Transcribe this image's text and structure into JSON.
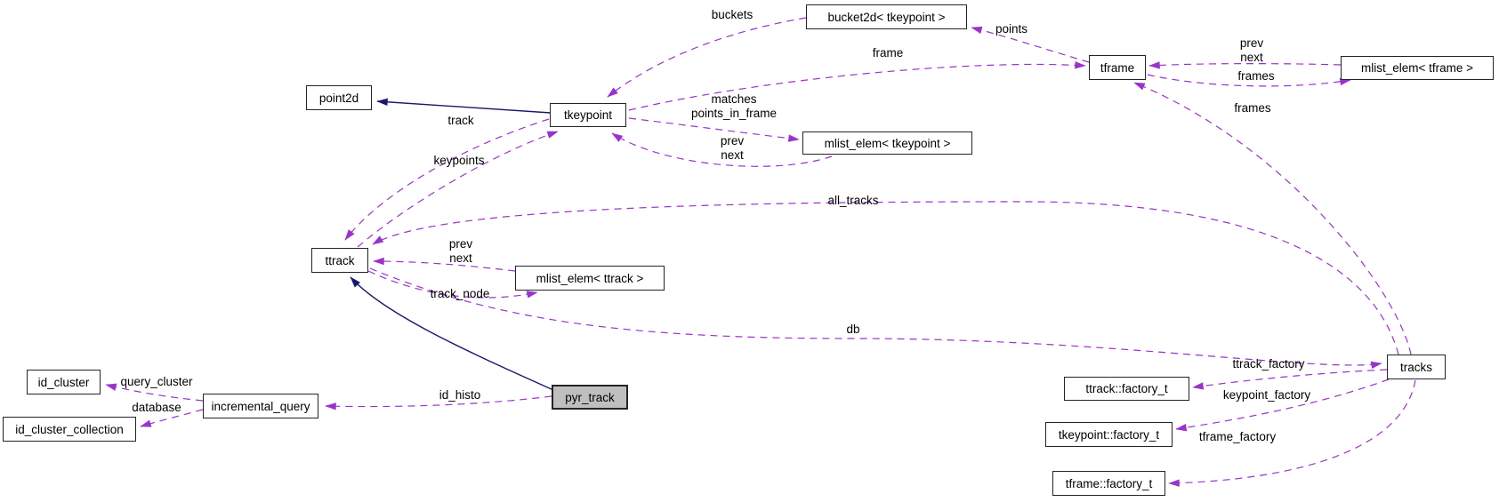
{
  "diagram": {
    "type": "class-collaboration-graph",
    "focus_class": "pyr_track"
  },
  "colors": {
    "usage_edge": "#9a32cd",
    "inheritance_edge": "#191970",
    "node_border": "#242424",
    "node_fill": "#ffffff",
    "focus_node_fill": "#bfbfbf",
    "background": "#ffffff"
  },
  "nodes": {
    "point2d": "point2d",
    "tkeypoint": "tkeypoint",
    "bucket2d_tkeypoint": "bucket2d< tkeypoint >",
    "tframe": "tframe",
    "mlist_elem_tframe": "mlist_elem< tframe >",
    "mlist_elem_tkeypoint": "mlist_elem< tkeypoint >",
    "ttrack": "ttrack",
    "mlist_elem_ttrack": "mlist_elem< ttrack >",
    "id_cluster": "id_cluster",
    "id_cluster_collection": "id_cluster_collection",
    "incremental_query": "incremental_query",
    "pyr_track": "pyr_track",
    "tracks": "tracks",
    "ttrack_factory_t": "ttrack::factory_t",
    "tkeypoint_factory_t": "tkeypoint::factory_t",
    "tframe_factory_t": "tframe::factory_t"
  },
  "edge_labels": {
    "buckets": "buckets",
    "points": "points",
    "frame": "frame",
    "prev_next_tframe": "prev\nnext",
    "frames_mlist": "frames",
    "frames_tracks": "frames",
    "matches_points_in_frame": "matches\npoints_in_frame",
    "prev_next_tkeypoint": "prev\nnext",
    "track": "track",
    "keypoints": "keypoints",
    "all_tracks": "all_tracks",
    "prev_next_ttrack": "prev\nnext",
    "track_node": "track_node",
    "db": "db",
    "query_cluster": "query_cluster",
    "database": "database",
    "id_histo": "id_histo",
    "ttrack_factory": "ttrack_factory",
    "keypoint_factory": "keypoint_factory",
    "tframe_factory": "tframe_factory"
  },
  "relations": [
    {
      "from": "bucket2d_tkeypoint",
      "to": "tkeypoint",
      "label": "buckets",
      "style": "dashed"
    },
    {
      "from": "tframe",
      "to": "bucket2d_tkeypoint",
      "label": "points",
      "style": "dashed"
    },
    {
      "from": "tkeypoint",
      "to": "tframe",
      "label": "frame",
      "style": "dashed"
    },
    {
      "from": "mlist_elem_tframe",
      "to": "tframe",
      "label": "prev next",
      "style": "dashed"
    },
    {
      "from": "tframe",
      "to": "mlist_elem_tframe",
      "label": "frames",
      "style": "dashed"
    },
    {
      "from": "tkeypoint",
      "to": "mlist_elem_tkeypoint",
      "label": "matches points_in_frame",
      "style": "dashed"
    },
    {
      "from": "mlist_elem_tkeypoint",
      "to": "tkeypoint",
      "label": "prev next",
      "style": "dashed"
    },
    {
      "from": "tkeypoint",
      "to": "point2d",
      "label": "",
      "style": "solid-inheritance"
    },
    {
      "from": "tkeypoint",
      "to": "ttrack",
      "label": "track",
      "style": "dashed"
    },
    {
      "from": "ttrack",
      "to": "tkeypoint",
      "label": "keypoints",
      "style": "dashed"
    },
    {
      "from": "tracks",
      "to": "ttrack",
      "label": "all_tracks",
      "style": "dashed"
    },
    {
      "from": "tracks",
      "to": "tframe",
      "label": "frames",
      "style": "dashed"
    },
    {
      "from": "mlist_elem_ttrack",
      "to": "ttrack",
      "label": "prev next",
      "style": "dashed"
    },
    {
      "from": "ttrack",
      "to": "mlist_elem_ttrack",
      "label": "track_node",
      "style": "dashed"
    },
    {
      "from": "ttrack",
      "to": "tracks",
      "label": "db",
      "style": "dashed"
    },
    {
      "from": "pyr_track",
      "to": "ttrack",
      "label": "",
      "style": "solid-inheritance"
    },
    {
      "from": "pyr_track",
      "to": "incremental_query",
      "label": "id_histo",
      "style": "dashed"
    },
    {
      "from": "incremental_query",
      "to": "id_cluster",
      "label": "query_cluster",
      "style": "dashed"
    },
    {
      "from": "incremental_query",
      "to": "id_cluster_collection",
      "label": "database",
      "style": "dashed"
    },
    {
      "from": "tracks",
      "to": "ttrack_factory_t",
      "label": "ttrack_factory",
      "style": "dashed"
    },
    {
      "from": "tracks",
      "to": "tkeypoint_factory_t",
      "label": "keypoint_factory",
      "style": "dashed"
    },
    {
      "from": "tracks",
      "to": "tframe_factory_t",
      "label": "tframe_factory",
      "style": "dashed"
    }
  ]
}
